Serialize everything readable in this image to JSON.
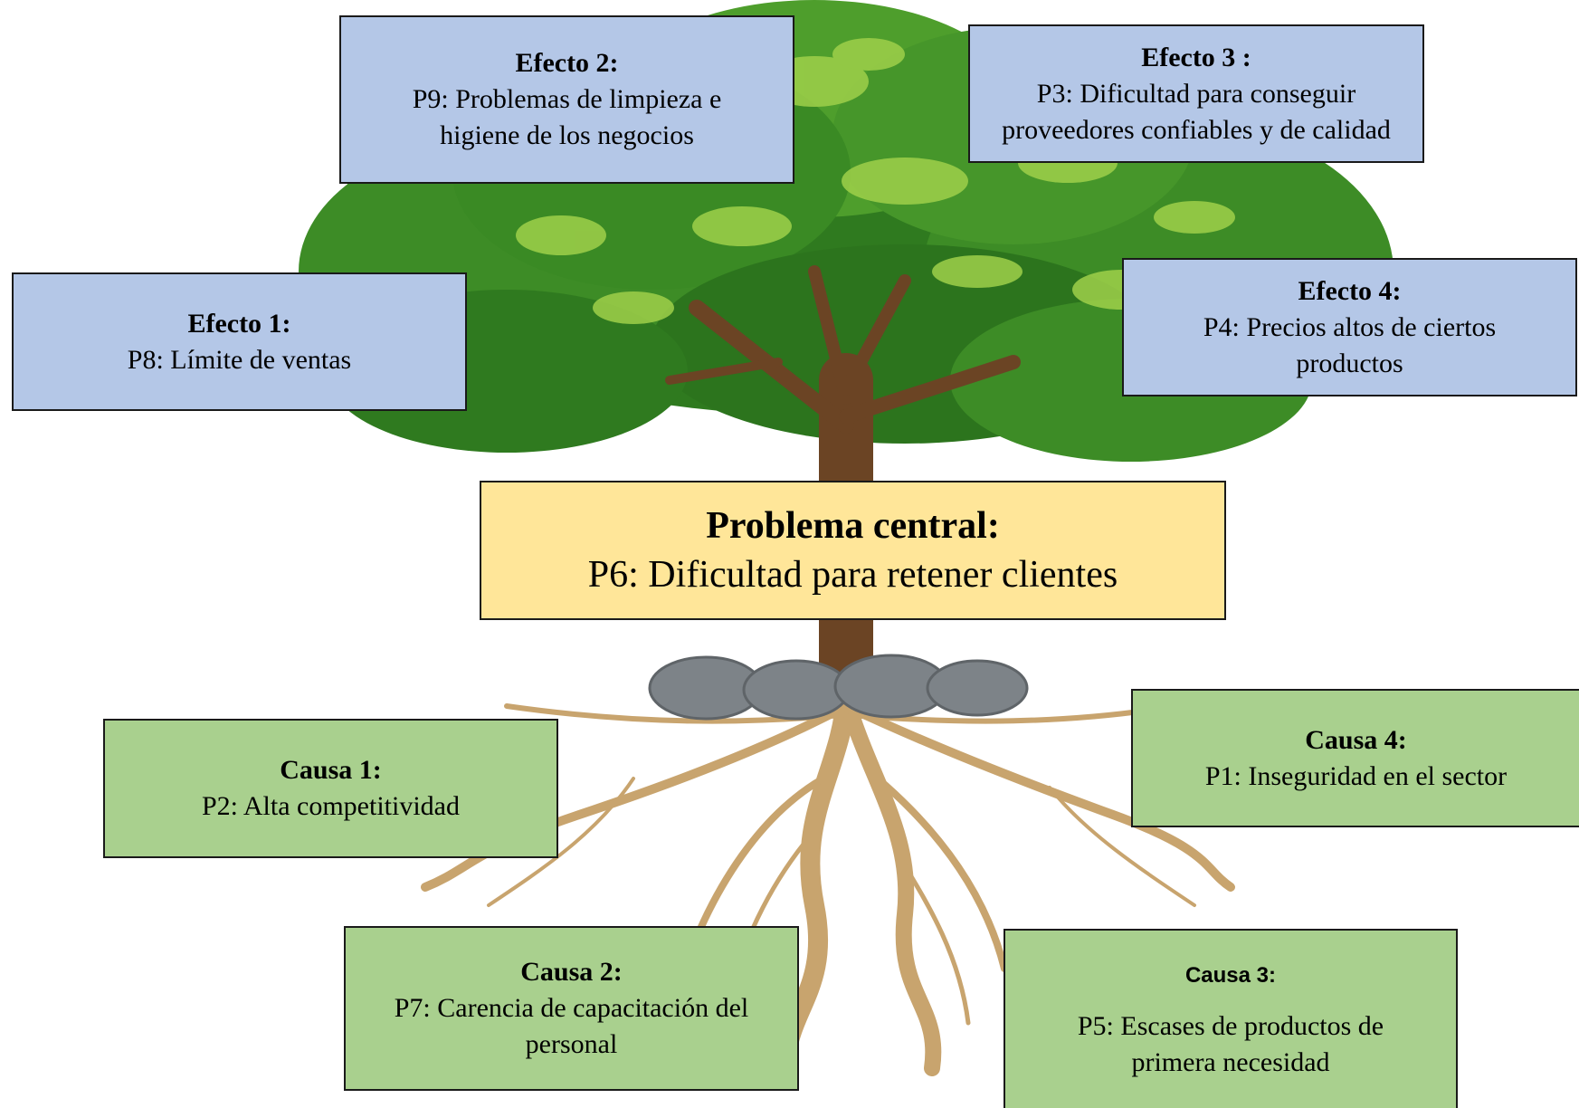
{
  "central": {
    "title": "Problema central:",
    "text": "P6: Dificultad para retener clientes"
  },
  "effects": [
    {
      "title": "Efecto 1:",
      "text": "P8: Límite de ventas"
    },
    {
      "title": "Efecto 2:",
      "text": "P9: Problemas de limpieza e higiene de los negocios"
    },
    {
      "title": "Efecto 3 :",
      "text": "P3: Dificultad para conseguir proveedores confiables y de calidad"
    },
    {
      "title": "Efecto 4:",
      "text": "P4: Precios altos de ciertos productos"
    }
  ],
  "causes": [
    {
      "title": "Causa 1:",
      "text": "P2: Alta competitividad"
    },
    {
      "title": "Causa 2:",
      "text": "P7: Carencia de capacitación del personal"
    },
    {
      "title": "Causa 3:",
      "text": "P5: Escases de productos de primera necesidad"
    },
    {
      "title": "Causa 4:",
      "text": "P1: Inseguridad en el sector"
    }
  ],
  "colors": {
    "effect_box": "#b4c7e7",
    "cause_box": "#a9d08e",
    "central_box": "#ffe699",
    "foliage_dark": "#2f7a1f",
    "foliage_mid": "#4e9e2c",
    "foliage_light": "#9fd04a",
    "trunk": "#6b4424",
    "roots": "#c8a46e",
    "stones": "#7d8388"
  }
}
